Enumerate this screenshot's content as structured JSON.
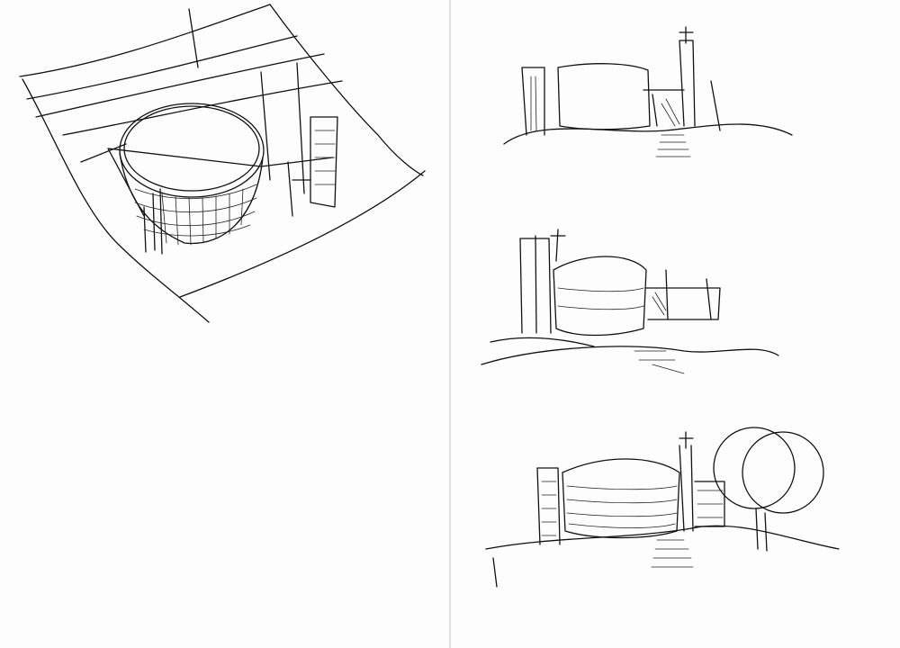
{
  "sheet": {
    "paper_color": "#fdfdfd",
    "ink_color": "#111111",
    "sketches": [
      {
        "id": "aerial-perspective"
      },
      {
        "id": "elevation-1"
      },
      {
        "id": "elevation-2"
      },
      {
        "id": "elevation-3"
      }
    ]
  }
}
